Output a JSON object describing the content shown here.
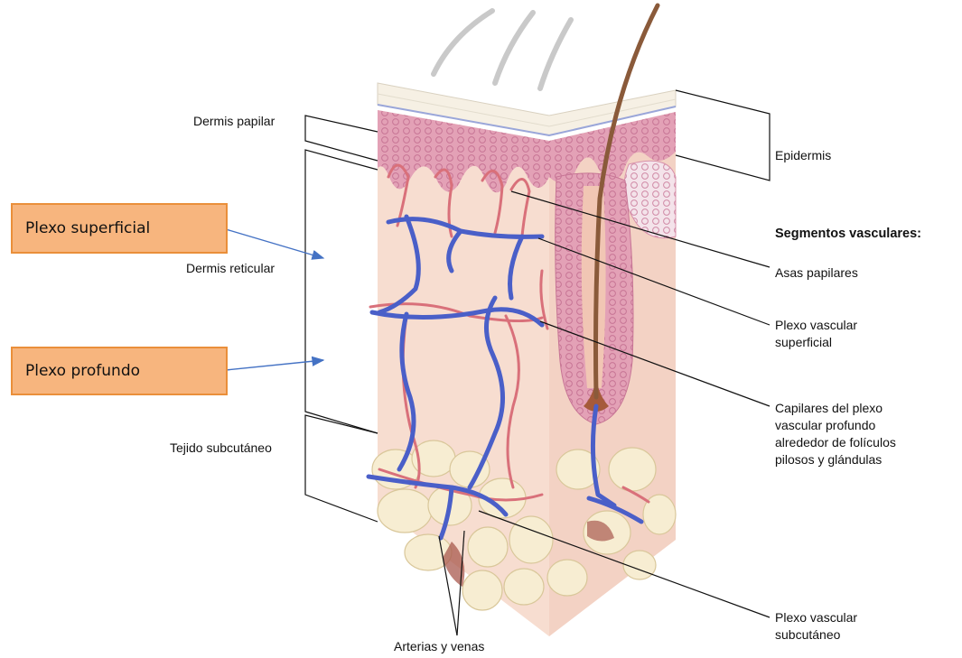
{
  "callouts": {
    "plexo_superficial": "Plexo superficial",
    "plexo_profundo": "Plexo profundo"
  },
  "left_labels": {
    "dermis_papilar": "Dermis papilar",
    "dermis_reticular": "Dermis reticular",
    "tejido_subcutaneo": "Tejido subcutáneo",
    "arterias_venas": "Arterias y venas"
  },
  "right_labels": {
    "epidermis": "Epidermis",
    "segmentos_heading": "Segmentos vasculares:",
    "asas_papilares": "Asas papilares",
    "plexo_vascular_superficial": "Plexo vascular\nsuperficial",
    "capilares": "Capilares del plexo\nvascular profundo\nalrededor de folículos\npilosos y glándulas",
    "plexo_subcutaneo": "Plexo vascular\nsubcutáneo"
  },
  "colors": {
    "callout_fill": "#f7b57e",
    "callout_border": "#ea8f3a",
    "arrow": "#4472c4",
    "vein": "#4a5fc8",
    "artery": "#d9707a",
    "dermis": "#f6d9cc",
    "epidermis": "#e4a3b7",
    "fat": "#f6ecd0"
  }
}
